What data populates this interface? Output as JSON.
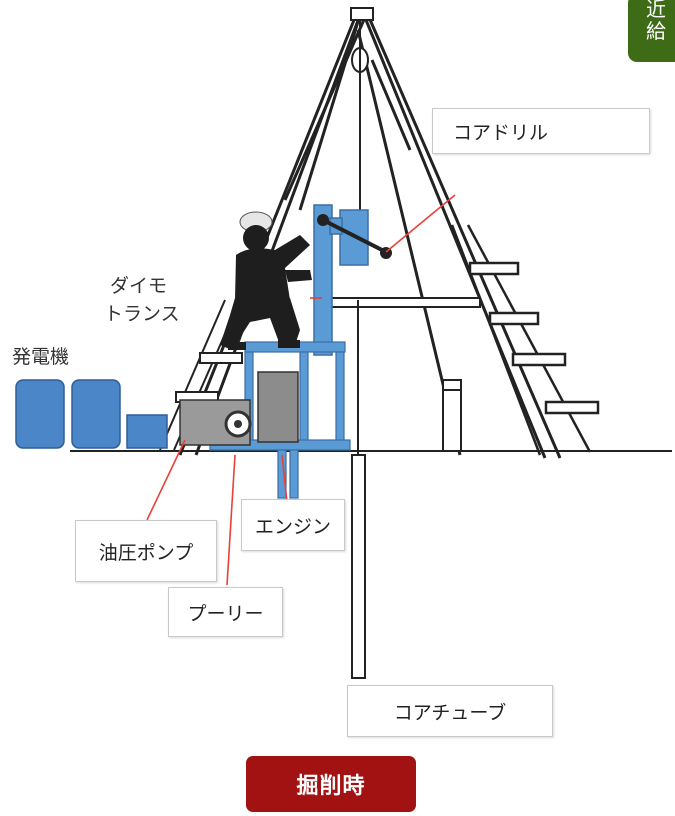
{
  "labels": {
    "core_drill": "コアドリル",
    "dynamo_transformer_line1": "ダイモ",
    "dynamo_transformer_line2": "トランス",
    "generator": "発電機",
    "hydraulic_pump": "油圧ポンプ",
    "engine": "エンジン",
    "pulley": "プーリー",
    "core_tube": "コアチューブ"
  },
  "badge": {
    "text": "掘削時",
    "color": "#a21212"
  },
  "corner_tag": {
    "line1": "近",
    "line2": "給",
    "color": "#3e6b16"
  },
  "colors": {
    "equipment_blue": "#5b9bd5",
    "tank_blue": "#4a86c8",
    "leader_red": "#e8413a",
    "machine_gray": "#8c8c8c",
    "worker": "#1e1e1e"
  }
}
